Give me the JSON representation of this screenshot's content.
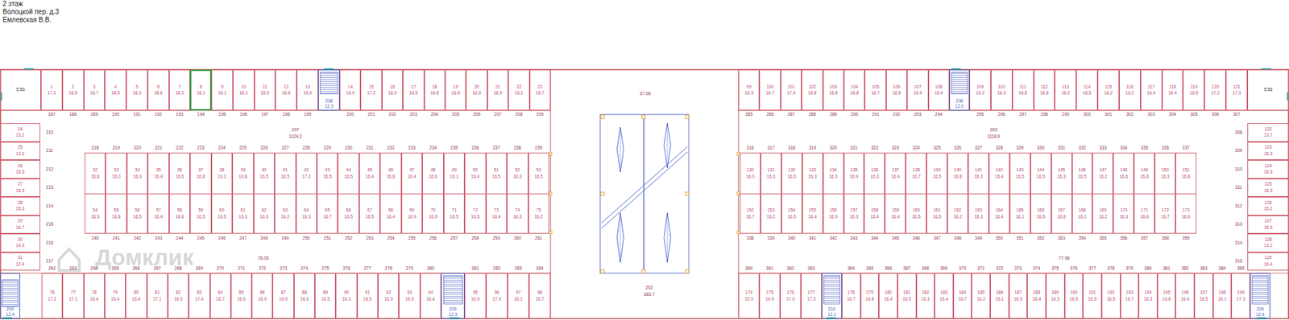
{
  "diagram": {
    "title": "2 этаж",
    "nodes": [
      {
        "text": [
          "5.56"
        ]
      },
      {
        "text": [
          "1",
          "17.3"
        ]
      },
      {
        "text": [
          "2",
          "18.5"
        ]
      },
      {
        "text": [
          "3",
          "18.7"
        ]
      },
      {
        "text": [
          "4",
          "18.5"
        ]
      },
      {
        "text": [
          "5",
          "18.3"
        ]
      },
      {
        "text": [
          "6",
          "18.6"
        ]
      },
      {
        "text": [
          "7",
          "18.3"
        ]
      },
      {
        "text": [
          "8",
          "18.1"
        ]
      },
      {
        "text": [
          "9",
          "18.1"
        ]
      },
      {
        "text": [
          "10",
          "18.1"
        ]
      },
      {
        "text": [
          "11",
          "15.9"
        ]
      },
      {
        "text": [
          "12",
          "16.6"
        ]
      },
      {
        "text": [
          "13",
          "16.9"
        ]
      },
      {
        "text": [
          "208",
          "12.3"
        ]
      },
      {
        "text": [
          "14",
          "16.9"
        ]
      },
      {
        "text": [
          "15",
          "17.2"
        ]
      },
      {
        "text": [
          "16",
          "16.9"
        ]
      },
      {
        "text": [
          "17",
          "16.5"
        ]
      },
      {
        "text": [
          "18",
          "16.8"
        ]
      },
      {
        "text": [
          "19",
          "16.6"
        ]
      },
      {
        "text": [
          "20",
          "16.9"
        ]
      },
      {
        "text": [
          "21",
          "16.9"
        ]
      },
      {
        "text": [
          "22",
          "16.1"
        ]
      },
      {
        "text": [
          "23",
          "16.7"
        ]
      },
      {
        "text": [
          "99",
          "16.3"
        ]
      },
      {
        "text": [
          "100",
          "16.7"
        ]
      },
      {
        "text": [
          "101",
          "17.4"
        ]
      },
      {
        "text": [
          "102",
          "16.8"
        ]
      },
      {
        "text": [
          "103",
          "16.8"
        ]
      },
      {
        "text": [
          "104",
          "16.8"
        ]
      },
      {
        "text": [
          "105",
          "16.7"
        ]
      },
      {
        "text": [
          "106",
          "16.8"
        ]
      },
      {
        "text": [
          "107",
          "16.4"
        ]
      },
      {
        "text": [
          "108",
          "16.4"
        ]
      },
      {
        "text": [
          "208",
          "12.0"
        ]
      },
      {
        "text": [
          "109",
          "16.2"
        ]
      },
      {
        "text": [
          "110",
          "16.3"
        ]
      },
      {
        "text": [
          "111",
          "16.8"
        ]
      },
      {
        "text": [
          "112",
          "16.8"
        ]
      },
      {
        "text": [
          "113",
          "16.2"
        ]
      },
      {
        "text": [
          "114",
          "16.5"
        ]
      },
      {
        "text": [
          "115",
          "16.2"
        ]
      },
      {
        "text": [
          "116",
          "16.2"
        ]
      },
      {
        "text": [
          "117",
          "16.4"
        ]
      },
      {
        "text": [
          "118",
          "16.4"
        ]
      },
      {
        "text": [
          "119",
          "16.5"
        ]
      },
      {
        "text": [
          "120",
          "17.2"
        ]
      },
      {
        "text": [
          "121",
          "17.3"
        ]
      },
      {
        "text": [
          "5.56"
        ]
      },
      {
        "text": [
          "24",
          "13.2"
        ]
      },
      {
        "text": [
          "25",
          "13.2"
        ]
      },
      {
        "text": [
          "26",
          "15.3"
        ]
      },
      {
        "text": [
          "27",
          "15.3"
        ]
      },
      {
        "text": [
          "28",
          "15.3"
        ]
      },
      {
        "text": [
          "29",
          "16.7"
        ]
      },
      {
        "text": [
          "30",
          "14.9"
        ]
      },
      {
        "text": [
          "31",
          "12.4"
        ]
      },
      {
        "text": [
          "32",
          "16.6"
        ]
      },
      {
        "text": [
          "33",
          "16.0"
        ]
      },
      {
        "text": [
          "34",
          "16.3"
        ]
      },
      {
        "text": [
          "35",
          "16.4"
        ]
      },
      {
        "text": [
          "36",
          "16.6"
        ]
      },
      {
        "text": [
          "37",
          "16.8"
        ]
      },
      {
        "text": [
          "38",
          "16.3"
        ]
      },
      {
        "text": [
          "39",
          "16.8"
        ]
      },
      {
        "text": [
          "40",
          "16.5"
        ]
      },
      {
        "text": [
          "41",
          "16.5"
        ]
      },
      {
        "text": [
          "42",
          "17.2"
        ]
      },
      {
        "text": [
          "43",
          "16.5"
        ]
      },
      {
        "text": [
          "44",
          "16.5"
        ]
      },
      {
        "text": [
          "45",
          "16.4"
        ]
      },
      {
        "text": [
          "46",
          "16.8"
        ]
      },
      {
        "text": [
          "47",
          "16.4"
        ]
      },
      {
        "text": [
          "48",
          "16.6"
        ]
      },
      {
        "text": [
          "49",
          "16.1"
        ]
      },
      {
        "text": [
          "50",
          "16.4"
        ]
      },
      {
        "text": [
          "51",
          "16.5"
        ]
      },
      {
        "text": [
          "52",
          "16.3"
        ]
      },
      {
        "text": [
          "53",
          "16.5"
        ]
      },
      {
        "text": [
          "54",
          "16.5"
        ]
      },
      {
        "text": [
          "55",
          "16.8"
        ]
      },
      {
        "text": [
          "56",
          "16.5"
        ]
      },
      {
        "text": [
          "57",
          "16.4"
        ]
      },
      {
        "text": [
          "58",
          "16.8"
        ]
      },
      {
        "text": [
          "59",
          "16.5"
        ]
      },
      {
        "text": [
          "60",
          "16.5"
        ]
      },
      {
        "text": [
          "61",
          "16.3"
        ]
      },
      {
        "text": [
          "62",
          "16.3"
        ]
      },
      {
        "text": [
          "63",
          "16.2"
        ]
      },
      {
        "text": [
          "64",
          "16.3"
        ]
      },
      {
        "text": [
          "65",
          "16.7"
        ]
      },
      {
        "text": [
          "66",
          "16.5"
        ]
      },
      {
        "text": [
          "67",
          "16.5"
        ]
      },
      {
        "text": [
          "68",
          "16.4"
        ]
      },
      {
        "text": [
          "69",
          "16.9"
        ]
      },
      {
        "text": [
          "70",
          "16.9"
        ]
      },
      {
        "text": [
          "71",
          "16.5"
        ]
      },
      {
        "text": [
          "72",
          "16.5"
        ]
      },
      {
        "text": [
          "73",
          "16.4"
        ]
      },
      {
        "text": [
          "74",
          "16.3"
        ]
      },
      {
        "text": [
          "75",
          "16.2"
        ]
      },
      {
        "text": [
          "130",
          "16.0"
        ]
      },
      {
        "text": [
          "131",
          "16.3"
        ]
      },
      {
        "text": [
          "132",
          "16.5"
        ]
      },
      {
        "text": [
          "133",
          "16.3"
        ]
      },
      {
        "text": [
          "134",
          "16.3"
        ]
      },
      {
        "text": [
          "135",
          "16.9"
        ]
      },
      {
        "text": [
          "136",
          "16.3"
        ]
      },
      {
        "text": [
          "137",
          "16.4"
        ]
      },
      {
        "text": [
          "138",
          "16.7"
        ]
      },
      {
        "text": [
          "139",
          "16.5"
        ]
      },
      {
        "text": [
          "140",
          "16.8"
        ]
      },
      {
        "text": [
          "141",
          "16.3"
        ]
      },
      {
        "text": [
          "142",
          "16.4"
        ]
      },
      {
        "text": [
          "143",
          "16.5"
        ]
      },
      {
        "text": [
          "144",
          "16.5"
        ]
      },
      {
        "text": [
          "145",
          "16.3"
        ]
      },
      {
        "text": [
          "146",
          "16.5"
        ]
      },
      {
        "text": [
          "147",
          "16.2"
        ]
      },
      {
        "text": [
          "148",
          "16.6"
        ]
      },
      {
        "text": [
          "149",
          "16.8"
        ]
      },
      {
        "text": [
          "150",
          "16.3"
        ]
      },
      {
        "text": [
          "151",
          "16.8"
        ]
      },
      {
        "text": [
          "152",
          "16.7"
        ]
      },
      {
        "text": [
          "153",
          "16.2"
        ]
      },
      {
        "text": [
          "154",
          "16.5"
        ]
      },
      {
        "text": [
          "155",
          "16.4"
        ]
      },
      {
        "text": [
          "156",
          "16.9"
        ]
      },
      {
        "text": [
          "157",
          "16.3"
        ]
      },
      {
        "text": [
          "158",
          "16.4"
        ]
      },
      {
        "text": [
          "159",
          "16.4"
        ]
      },
      {
        "text": [
          "160",
          "16.5"
        ]
      },
      {
        "text": [
          "161",
          "16.5"
        ]
      },
      {
        "text": [
          "162",
          "16.2"
        ]
      },
      {
        "text": [
          "163",
          "16.3"
        ]
      },
      {
        "text": [
          "164",
          "16.4"
        ]
      },
      {
        "text": [
          "165",
          "16.1"
        ]
      },
      {
        "text": [
          "166",
          "16.5"
        ]
      },
      {
        "text": [
          "167",
          "16.8"
        ]
      },
      {
        "text": [
          "168",
          "16.1"
        ]
      },
      {
        "text": [
          "169",
          "16.2"
        ]
      },
      {
        "text": [
          "170",
          "16.3"
        ]
      },
      {
        "text": [
          "171",
          "16.6"
        ]
      },
      {
        "text": [
          "172",
          "16.7"
        ]
      },
      {
        "text": [
          "173",
          "16.6"
        ]
      },
      {
        "text": [
          "122",
          "13.7"
        ]
      },
      {
        "text": [
          "123",
          "15.3"
        ]
      },
      {
        "text": [
          "124",
          "16.3"
        ]
      },
      {
        "text": [
          "125",
          "16.3"
        ]
      },
      {
        "text": [
          "126",
          "15.2"
        ]
      },
      {
        "text": [
          "127",
          "16.9"
        ]
      },
      {
        "text": [
          "128",
          "13.2"
        ]
      },
      {
        "text": [
          "129",
          "16.4"
        ]
      },
      {
        "text": [
          "209",
          "12.4"
        ]
      },
      {
        "text": [
          "76",
          "17.2"
        ]
      },
      {
        "text": [
          "77",
          "17.1"
        ]
      },
      {
        "text": [
          "78",
          "16.4"
        ]
      },
      {
        "text": [
          "79",
          "16.4"
        ]
      },
      {
        "text": [
          "80",
          "16.4"
        ]
      },
      {
        "text": [
          "81",
          "17.1"
        ]
      },
      {
        "text": [
          "82",
          "16.5"
        ]
      },
      {
        "text": [
          "83",
          "17.4"
        ]
      },
      {
        "text": [
          "84",
          "16.7"
        ]
      },
      {
        "text": [
          "85",
          "16.6"
        ]
      },
      {
        "text": [
          "86",
          "16.9"
        ]
      },
      {
        "text": [
          "87",
          "16.9"
        ]
      },
      {
        "text": [
          "88",
          "16.6"
        ]
      },
      {
        "text": [
          "89",
          "16.5"
        ]
      },
      {
        "text": [
          "90",
          "16.3"
        ]
      },
      {
        "text": [
          "91",
          "16.5"
        ]
      },
      {
        "text": [
          "92",
          "16.9"
        ]
      },
      {
        "text": [
          "93",
          "16.9"
        ]
      },
      {
        "text": [
          "94",
          "16.4"
        ]
      },
      {
        "text": [
          "209",
          "12.3"
        ]
      },
      {
        "text": [
          "95",
          "16.9"
        ]
      },
      {
        "text": [
          "96",
          "17.9"
        ]
      },
      {
        "text": [
          "97",
          "16.1"
        ]
      },
      {
        "text": [
          "98",
          "16.7"
        ]
      },
      {
        "text": [
          "174",
          "15.9"
        ]
      },
      {
        "text": [
          "175",
          "14.9"
        ]
      },
      {
        "text": [
          "176",
          "17.0"
        ]
      },
      {
        "text": [
          "177",
          "17.3"
        ]
      },
      {
        "text": [
          "210",
          "12.1"
        ]
      },
      {
        "text": [
          "178",
          "16.7"
        ]
      },
      {
        "text": [
          "179",
          "16.8"
        ]
      },
      {
        "text": [
          "180",
          "16.4"
        ]
      },
      {
        "text": [
          "181",
          "16.5"
        ]
      },
      {
        "text": [
          "182",
          "16.3"
        ]
      },
      {
        "text": [
          "183",
          "16.4"
        ]
      },
      {
        "text": [
          "184",
          "16.7"
        ]
      },
      {
        "text": [
          "185",
          "16.2"
        ]
      },
      {
        "text": [
          "186",
          "16.1"
        ]
      },
      {
        "text": [
          "187",
          "16.5"
        ]
      },
      {
        "text": [
          "188",
          "16.4"
        ]
      },
      {
        "text": [
          "189",
          "16.3"
        ]
      },
      {
        "text": [
          "190",
          "16.5"
        ]
      },
      {
        "text": [
          "191",
          "16.5"
        ]
      },
      {
        "text": [
          "192",
          "16.5"
        ]
      },
      {
        "text": [
          "193",
          "16.7"
        ]
      },
      {
        "text": [
          "194",
          "16.3"
        ]
      },
      {
        "text": [
          "195",
          "16.8"
        ]
      },
      {
        "text": [
          "196",
          "16.4"
        ]
      },
      {
        "text": [
          "197",
          "16.5"
        ]
      },
      {
        "text": [
          "198",
          "16.1"
        ]
      },
      {
        "text": [
          "199",
          "17.3"
        ]
      },
      {
        "text": [
          "209",
          "12.4"
        ]
      }
    ],
    "labels": [
      "Волоцкой пер. д.3",
      "Емлевская В.В.",
      "187",
      "188",
      "189",
      "190",
      "191",
      "192",
      "193",
      "194",
      "195",
      "196",
      "197",
      "198",
      "199",
      "200",
      "201",
      "202",
      "203",
      "204",
      "205",
      "206",
      "207",
      "208",
      "209",
      "285",
      "286",
      "287",
      "288",
      "289",
      "290",
      "291",
      "292",
      "293",
      "294",
      "295",
      "296",
      "297",
      "298",
      "299",
      "300",
      "301",
      "302",
      "303",
      "304",
      "305",
      "306",
      "307",
      "210",
      "211",
      "212",
      "213",
      "214",
      "215",
      "216",
      "217",
      "218",
      "219",
      "220",
      "221",
      "222",
      "223",
      "224",
      "225",
      "226",
      "227",
      "228",
      "229",
      "230",
      "231",
      "232",
      "233",
      "234",
      "235",
      "236",
      "237",
      "238",
      "239",
      "240",
      "241",
      "242",
      "243",
      "244",
      "245",
      "246",
      "247",
      "248",
      "249",
      "250",
      "251",
      "252",
      "253",
      "254",
      "255",
      "256",
      "257",
      "258",
      "259",
      "260",
      "261",
      "316",
      "317",
      "318",
      "319",
      "320",
      "321",
      "322",
      "323",
      "324",
      "325",
      "326",
      "327",
      "328",
      "329",
      "330",
      "331",
      "332",
      "333",
      "334",
      "335",
      "336",
      "337",
      "338",
      "339",
      "340",
      "341",
      "342",
      "343",
      "344",
      "345",
      "346",
      "347",
      "348",
      "349",
      "350",
      "351",
      "352",
      "353",
      "354",
      "355",
      "356",
      "357",
      "358",
      "359",
      "308",
      "309",
      "310",
      "311",
      "312",
      "313",
      "314",
      "315",
      "262",
      "263",
      "264",
      "265",
      "266",
      "267",
      "268",
      "269",
      "270",
      "271",
      "272",
      "273",
      "274",
      "275",
      "276",
      "277",
      "278",
      "279",
      "280",
      "281",
      "282",
      "283",
      "284",
      "360",
      "361",
      "362",
      "363",
      "364",
      "365",
      "366",
      "367",
      "368",
      "369",
      "370",
      "371",
      "372",
      "373",
      "374",
      "375",
      "376",
      "377",
      "378",
      "379",
      "380",
      "381",
      "382",
      "383",
      "384",
      "385",
      "37.06",
      "202",
      "383.7",
      "207",
      "1124.2",
      "303",
      "1118.9",
      "76.05",
      "77.98",
      "Домклик"
    ]
  }
}
